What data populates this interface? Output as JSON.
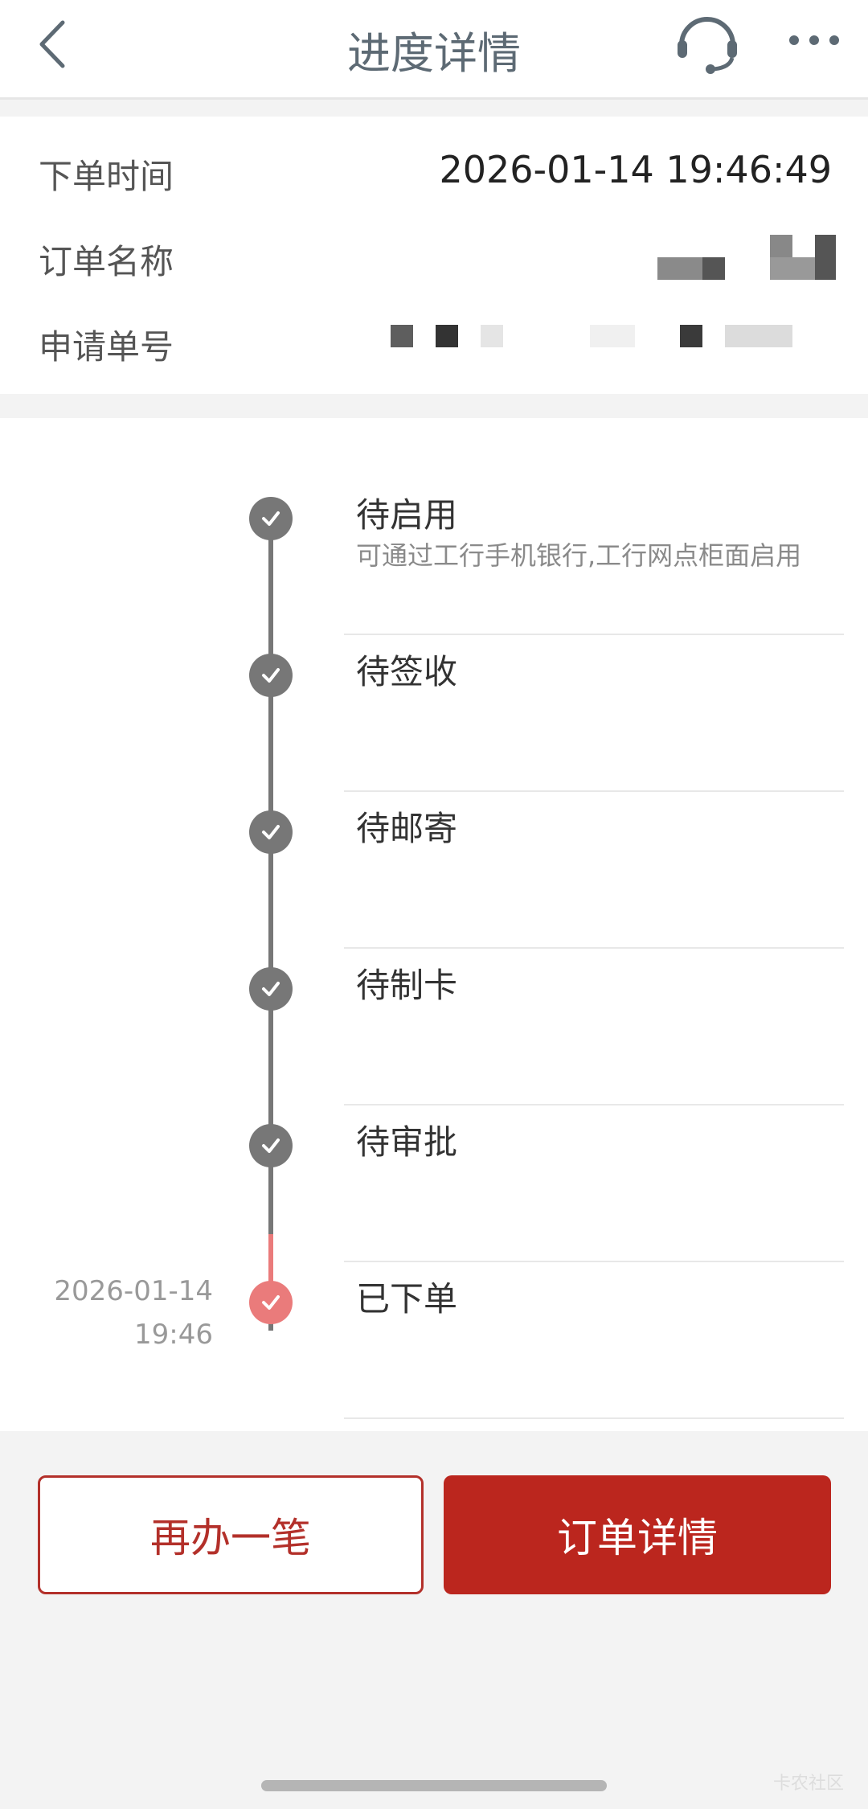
{
  "header": {
    "title": "进度详情",
    "back_icon": "chevron-left-icon",
    "support_icon": "headset-icon",
    "more_icon": "more-dots-icon"
  },
  "info": {
    "order_time_label": "下单时间",
    "order_time_value": "2026-01-14 19:46:49",
    "order_name_label": "订单名称",
    "application_no_label": "申请单号"
  },
  "timeline": {
    "steps": [
      {
        "title": "待启用",
        "subtitle": "可通过工行手机银行,工行网点柜面启用",
        "status": "done"
      },
      {
        "title": "待签收",
        "status": "done"
      },
      {
        "title": "待邮寄",
        "status": "done"
      },
      {
        "title": "待制卡",
        "status": "done"
      },
      {
        "title": "待审批",
        "status": "done"
      },
      {
        "title": "已下单",
        "status": "current",
        "date": "2026-01-14",
        "time": "19:46"
      }
    ],
    "colors": {
      "done": "#777777",
      "current": "#ea7b7b"
    }
  },
  "buttons": {
    "again": "再办一笔",
    "detail": "订单详情"
  },
  "watermark": "卡农社区"
}
